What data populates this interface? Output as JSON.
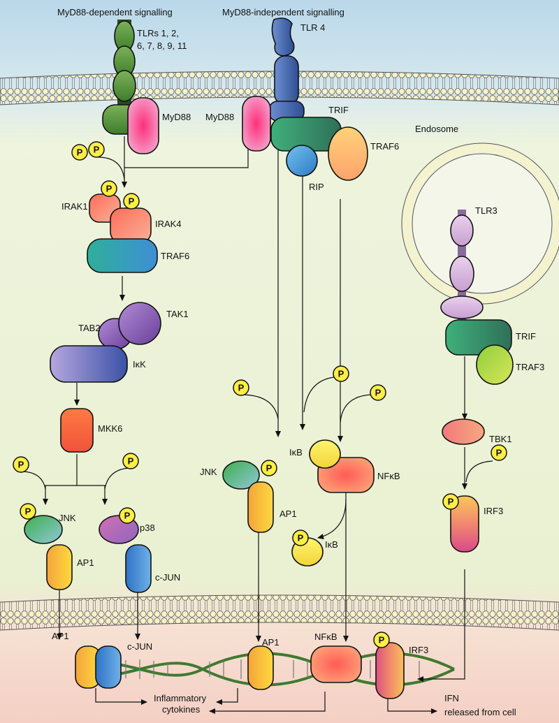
{
  "headers": {
    "myd88_dependent": "MyD88-dependent signalling",
    "myd88_independent": "MyD88-independent signalling"
  },
  "labels": {
    "tlrs_line1": "TLRs 1, 2,",
    "tlrs_line2": "6, 7, 8, 9, 11",
    "tlr4": "TLR 4",
    "myd88_left": "MyD88",
    "myd88_center": "MyD88",
    "trif_top": "TRIF",
    "traf6_top": "TRAF6",
    "rip": "RIP",
    "endosome": "Endosome",
    "tlr3": "TLR3",
    "trif_right": "TRIF",
    "traf3": "TRAF3",
    "tbk1": "TBK1",
    "irf3_mid": "IRF3",
    "irak1": "IRAK1",
    "irak4": "IRAK4",
    "traf6_left": "TRAF6",
    "tab2": "TAB2",
    "tak1": "TAK1",
    "ikk": "IκK",
    "mkk6": "MKK6",
    "jnk_left": "JNK",
    "p38": "p38",
    "ap1_left": "AP1",
    "cjun_left": "c-JUN",
    "jnk_center": "JNK",
    "ap1_center": "AP1",
    "ikb_top": "IκB",
    "nfkb_top": "NFκB",
    "ikb_free": "IκB",
    "ap1_nucleus_left": "AP1",
    "cjun_nucleus": "c-JUN",
    "ap1_nucleus_center": "AP1",
    "nfkb_nucleus": "NFκB",
    "irf3_nucleus": "IRF3",
    "inflammatory_line1": "Inflammatory",
    "inflammatory_line2": "cytokines",
    "ifn_line1": "IFN",
    "ifn_line2": "released from cell"
  },
  "phosphate": "P",
  "colors": {
    "extracellular": "#cfe3ee",
    "cytoplasm": "#eef3d6",
    "nucleus": "#f6d9cf",
    "phosphate": "#ffee44",
    "tlr_green": "#5f9a3a",
    "tlr4_blue": "#3f63a8",
    "myd88_pink": "#e0609c",
    "tlr3_lilac": "#d9b6dc"
  }
}
